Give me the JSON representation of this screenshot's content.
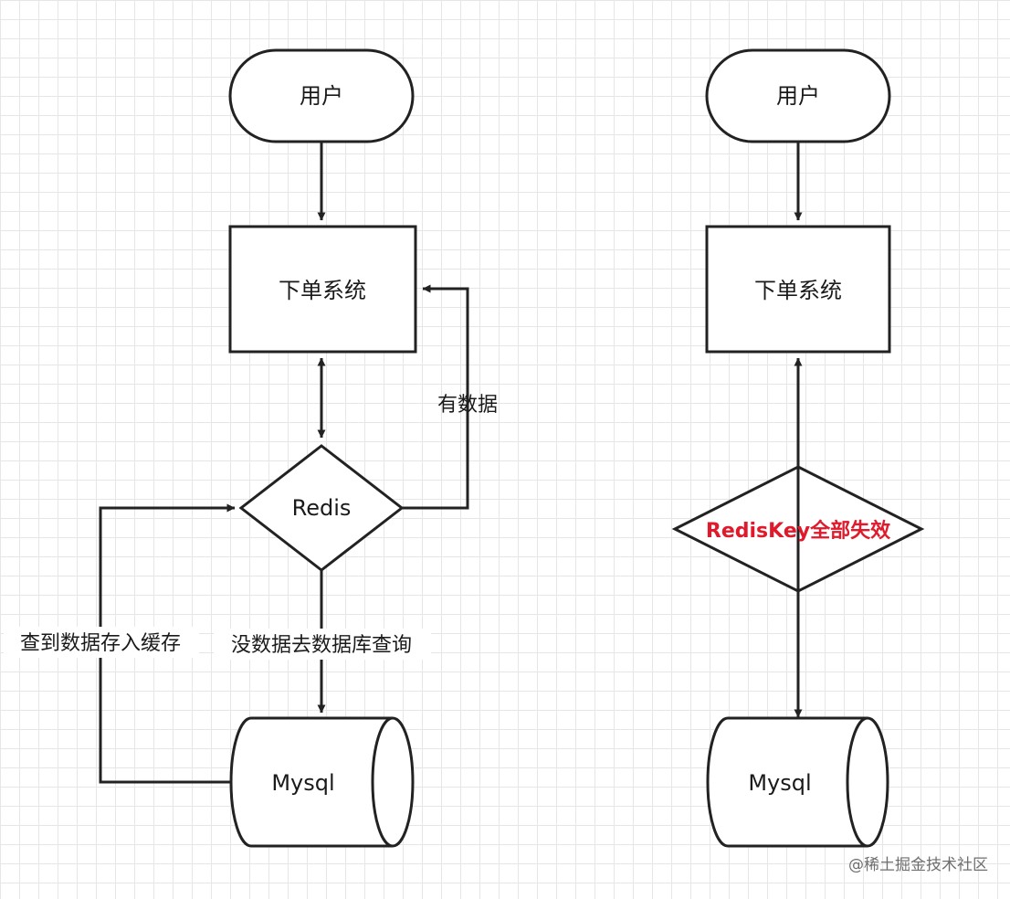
{
  "colors": {
    "stroke": "#222222",
    "text": "#1a1a1a",
    "accent_red": "#e0192b",
    "grid": "#e6e6e6",
    "watermark": "#6e6e6e"
  },
  "left": {
    "user": "用户",
    "order_system": "下单系统",
    "redis": "Redis",
    "mysql": "Mysql",
    "edge_has_data": "有数据",
    "edge_no_data": "没数据去数据库查询",
    "edge_store_cache": "查到数据存入缓存"
  },
  "right": {
    "user": "用户",
    "order_system": "下单系统",
    "redis_key": "RedisKey全部失效",
    "mysql": "Mysql"
  },
  "watermark": "@稀土掘金技术社区"
}
